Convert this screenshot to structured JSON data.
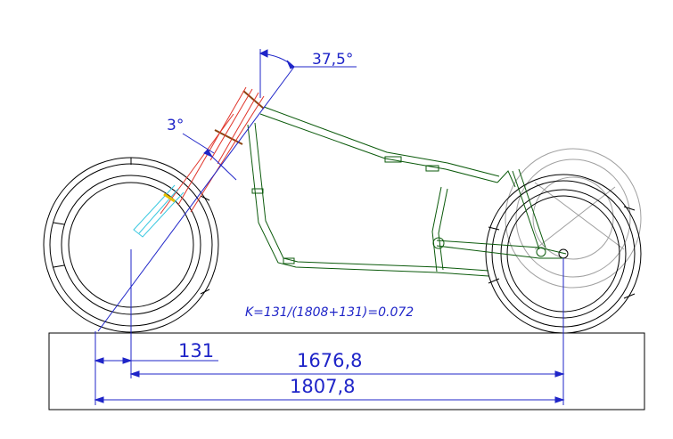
{
  "drawing": {
    "rake_angle": "37,5°",
    "fork_angle": "3°",
    "trail_dim": "131",
    "wheelbase_dim": "1676,8",
    "total_dim": "1807,8",
    "formula": "K=131/(1808+131)=0.072"
  },
  "colors": {
    "outline": "#000000",
    "dimension": "#1f25c8",
    "frame": "#0b5a0b",
    "fork": "#e0342a",
    "fork_lower": "#38c8e0",
    "highlight": "#e8c000",
    "swingarm_ghost": "#9a9a9a"
  }
}
